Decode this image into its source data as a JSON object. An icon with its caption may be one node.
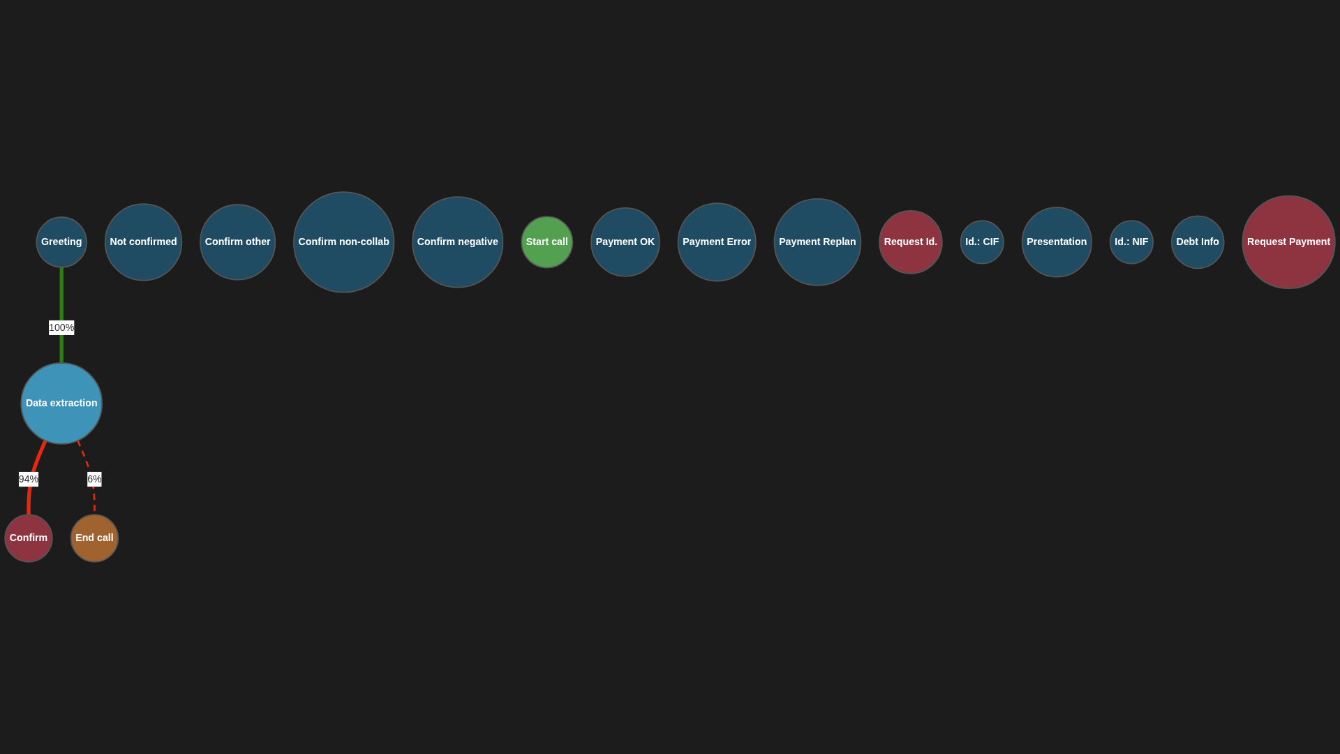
{
  "diagram": {
    "nodes": [
      {
        "text": [
          "Greeting"
        ]
      },
      {
        "text": [
          "Data extraction"
        ]
      },
      {
        "text": [
          "End call"
        ]
      },
      {
        "text": [
          "Not confirmed"
        ]
      },
      {
        "text": [
          "Confirm other"
        ]
      },
      {
        "text": [
          "Confirm non-collab"
        ]
      },
      {
        "text": [
          "Confirm negative"
        ]
      },
      {
        "text": [
          "Start call"
        ]
      },
      {
        "text": [
          "Payment OK"
        ]
      },
      {
        "text": [
          "Payment Error"
        ]
      },
      {
        "text": [
          "Payment Replan"
        ]
      },
      {
        "text": [
          "Confirm"
        ]
      },
      {
        "text": [
          "Request Id."
        ]
      },
      {
        "text": [
          "Id.: CIF"
        ]
      },
      {
        "text": [
          "Presentation"
        ]
      },
      {
        "text": [
          "Id.: NIF"
        ]
      },
      {
        "text": [
          "Debt Info"
        ]
      },
      {
        "text": [
          "Request Payment"
        ]
      }
    ],
    "edges": [
      {
        "from": 0,
        "to": 1,
        "arrow": "none",
        "label": "100%",
        "color": "#2e7d12"
      },
      {
        "from": 1,
        "to": 11,
        "arrow": "none",
        "label": "94%",
        "color": "#e8280e"
      },
      {
        "from": 1,
        "to": 2,
        "arrow": "none",
        "label": "6%",
        "style": "dashed",
        "color": "#e8280e"
      }
    ]
  }
}
